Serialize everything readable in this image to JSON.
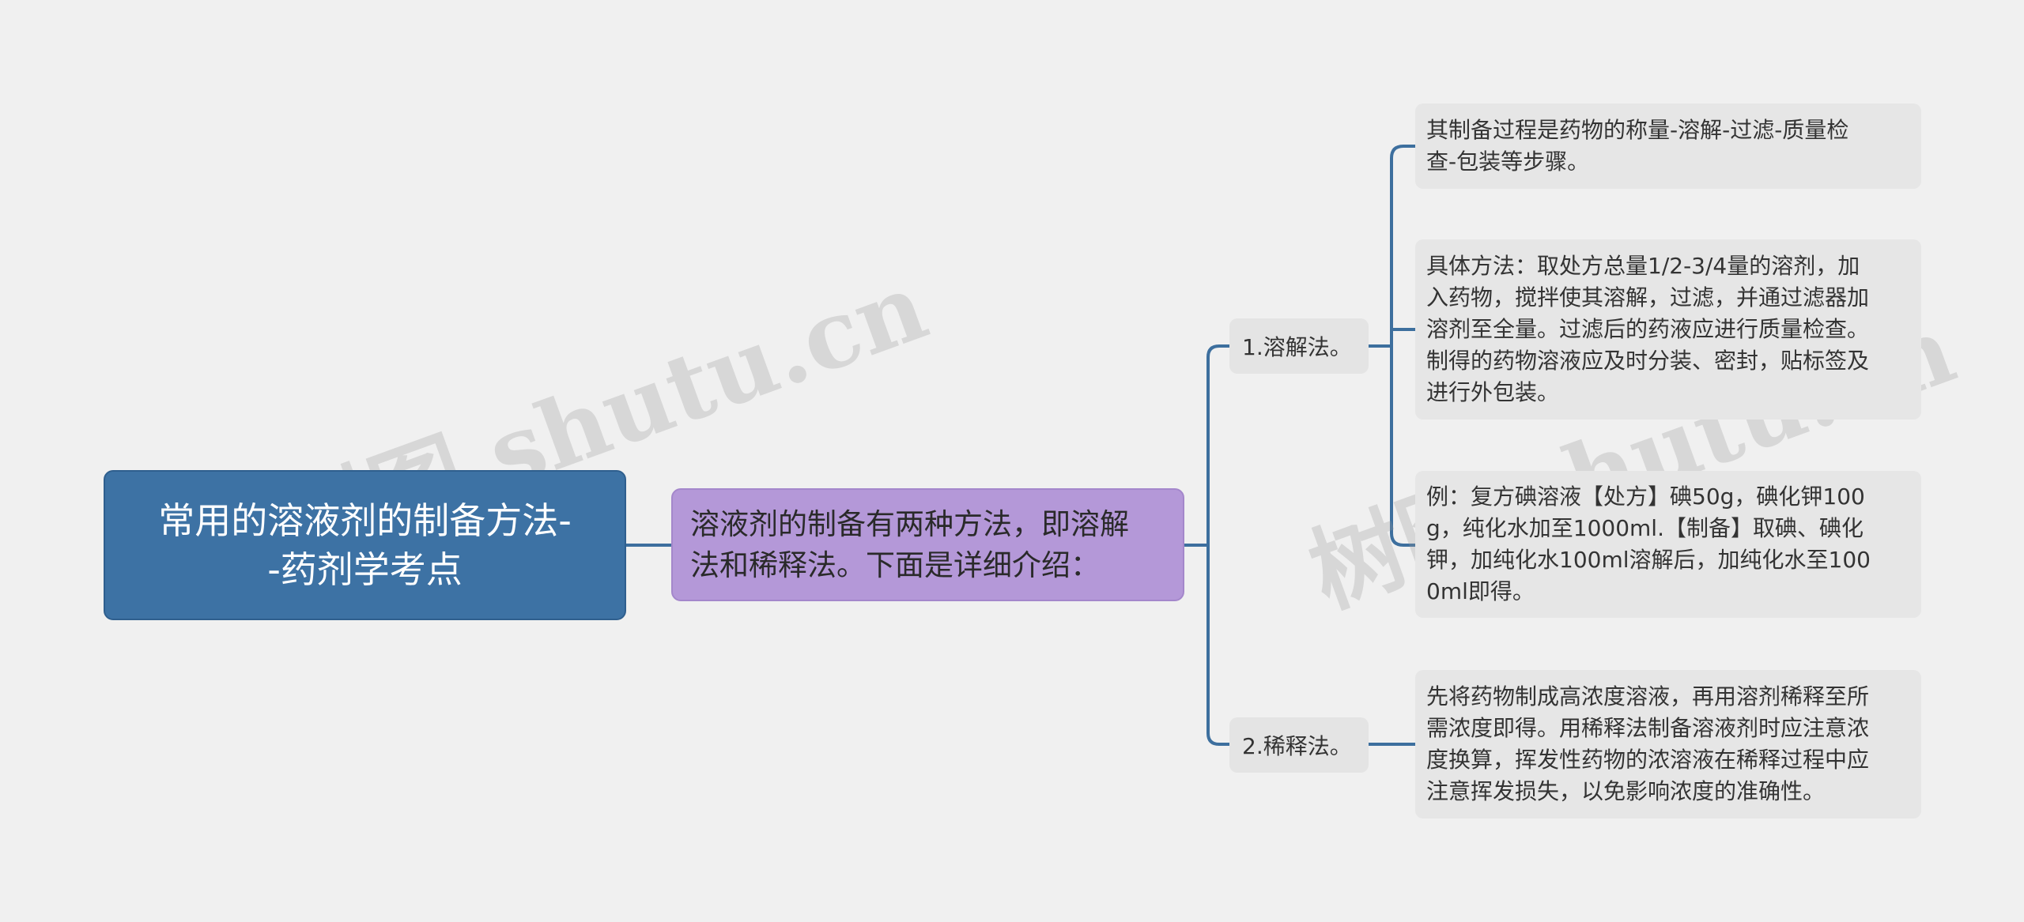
{
  "root": {
    "line1": "常用的溶液剂的制备方法-",
    "line2": "-药剂学考点"
  },
  "intro": {
    "line1": "溶液剂的制备有两种方法，即溶解",
    "line2": "法和稀释法。下面是详细介绍："
  },
  "branches": [
    {
      "label": "1.溶解法。",
      "children": [
        {
          "lines": [
            "其制备过程是药物的称量-溶解-过滤-质量检",
            "查-包装等步骤。"
          ]
        },
        {
          "lines": [
            "具体方法：取处方总量1/2-3/4量的溶剂，加",
            "入药物，搅拌使其溶解，过滤，并通过滤器加",
            "溶剂至全量。过滤后的药液应进行质量检查。",
            "制得的药物溶液应及时分装、密封，贴标签及",
            "进行外包装。"
          ]
        },
        {
          "lines": [
            "例：复方碘溶液【处方】碘50g，碘化钾100",
            "g，纯化水加至1000ml.【制备】取碘、碘化",
            "钾，加纯化水100ml溶解后，加纯化水至100",
            "0ml即得。"
          ]
        }
      ]
    },
    {
      "label": "2.稀释法。",
      "children": [
        {
          "lines": [
            "先将药物制成高浓度溶液，再用溶剂稀释至所",
            "需浓度即得。用稀释法制备溶液剂时应注意浓",
            "度换算，挥发性药物的浓溶液在稀释过程中应",
            "注意挥发损失，以免影响浓度的准确性。"
          ]
        }
      ]
    }
  ],
  "watermark": "树图 shutu.cn",
  "colors": {
    "background": "#f0f0f0",
    "root": "#3d72a4",
    "intro": "#b498d8",
    "connector": "#3d6f9e",
    "leaf": "#e6e6e6"
  }
}
